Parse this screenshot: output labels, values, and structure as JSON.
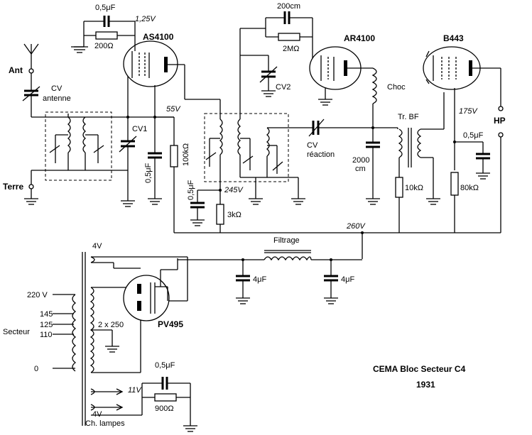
{
  "title_line1": "CEMA  Bloc Secteur C4",
  "title_line2": "1931",
  "tubes": {
    "v1": "AS4100",
    "v2": "AR4100",
    "v3": "B443",
    "rect": "PV495"
  },
  "labels": {
    "ant": "Ant",
    "terre": "Terre",
    "cv_antenne_1": "CV",
    "cv_antenne_2": "antenne",
    "cv1": "CV1",
    "cv2": "CV2",
    "cv_reaction_1": "CV",
    "cv_reaction_2": "réaction",
    "choc": "Choc",
    "tr_bf": "Tr. BF",
    "hp": "HP",
    "filtrage": "Filtrage",
    "secteur": "Secteur",
    "ch_lampes": "Ch. lampes",
    "tap_220": "220 V",
    "tap_145": "145",
    "tap_125": "125",
    "tap_110": "110",
    "tap_0": "0",
    "winding_4v_top": "4V",
    "winding_2x250": "2 x 250",
    "winding_4v_bottom": "4V",
    "winding_11v": "11V"
  },
  "components": {
    "c_grid": "0,5μF",
    "r_grid": "200Ω",
    "c_det": "200cm",
    "r_det": "2MΩ",
    "c_dec1": "0,5μF",
    "r_100k": "100kΩ",
    "c_dec2": "0,5μF",
    "r_3k": "3kΩ",
    "c_2000_1": "2000",
    "c_2000_2": "cm",
    "r_10k": "10kΩ",
    "c_out": "0,5μF",
    "r_80k": "80kΩ",
    "c_filt1": "4μF",
    "c_filt2": "4μF",
    "c_bias": "0,5μF",
    "r_900": "900Ω"
  },
  "voltages": {
    "v_125": "1,25V",
    "v_55": "55V",
    "v_245": "245V",
    "v_175": "175V",
    "v_260": "260V"
  }
}
